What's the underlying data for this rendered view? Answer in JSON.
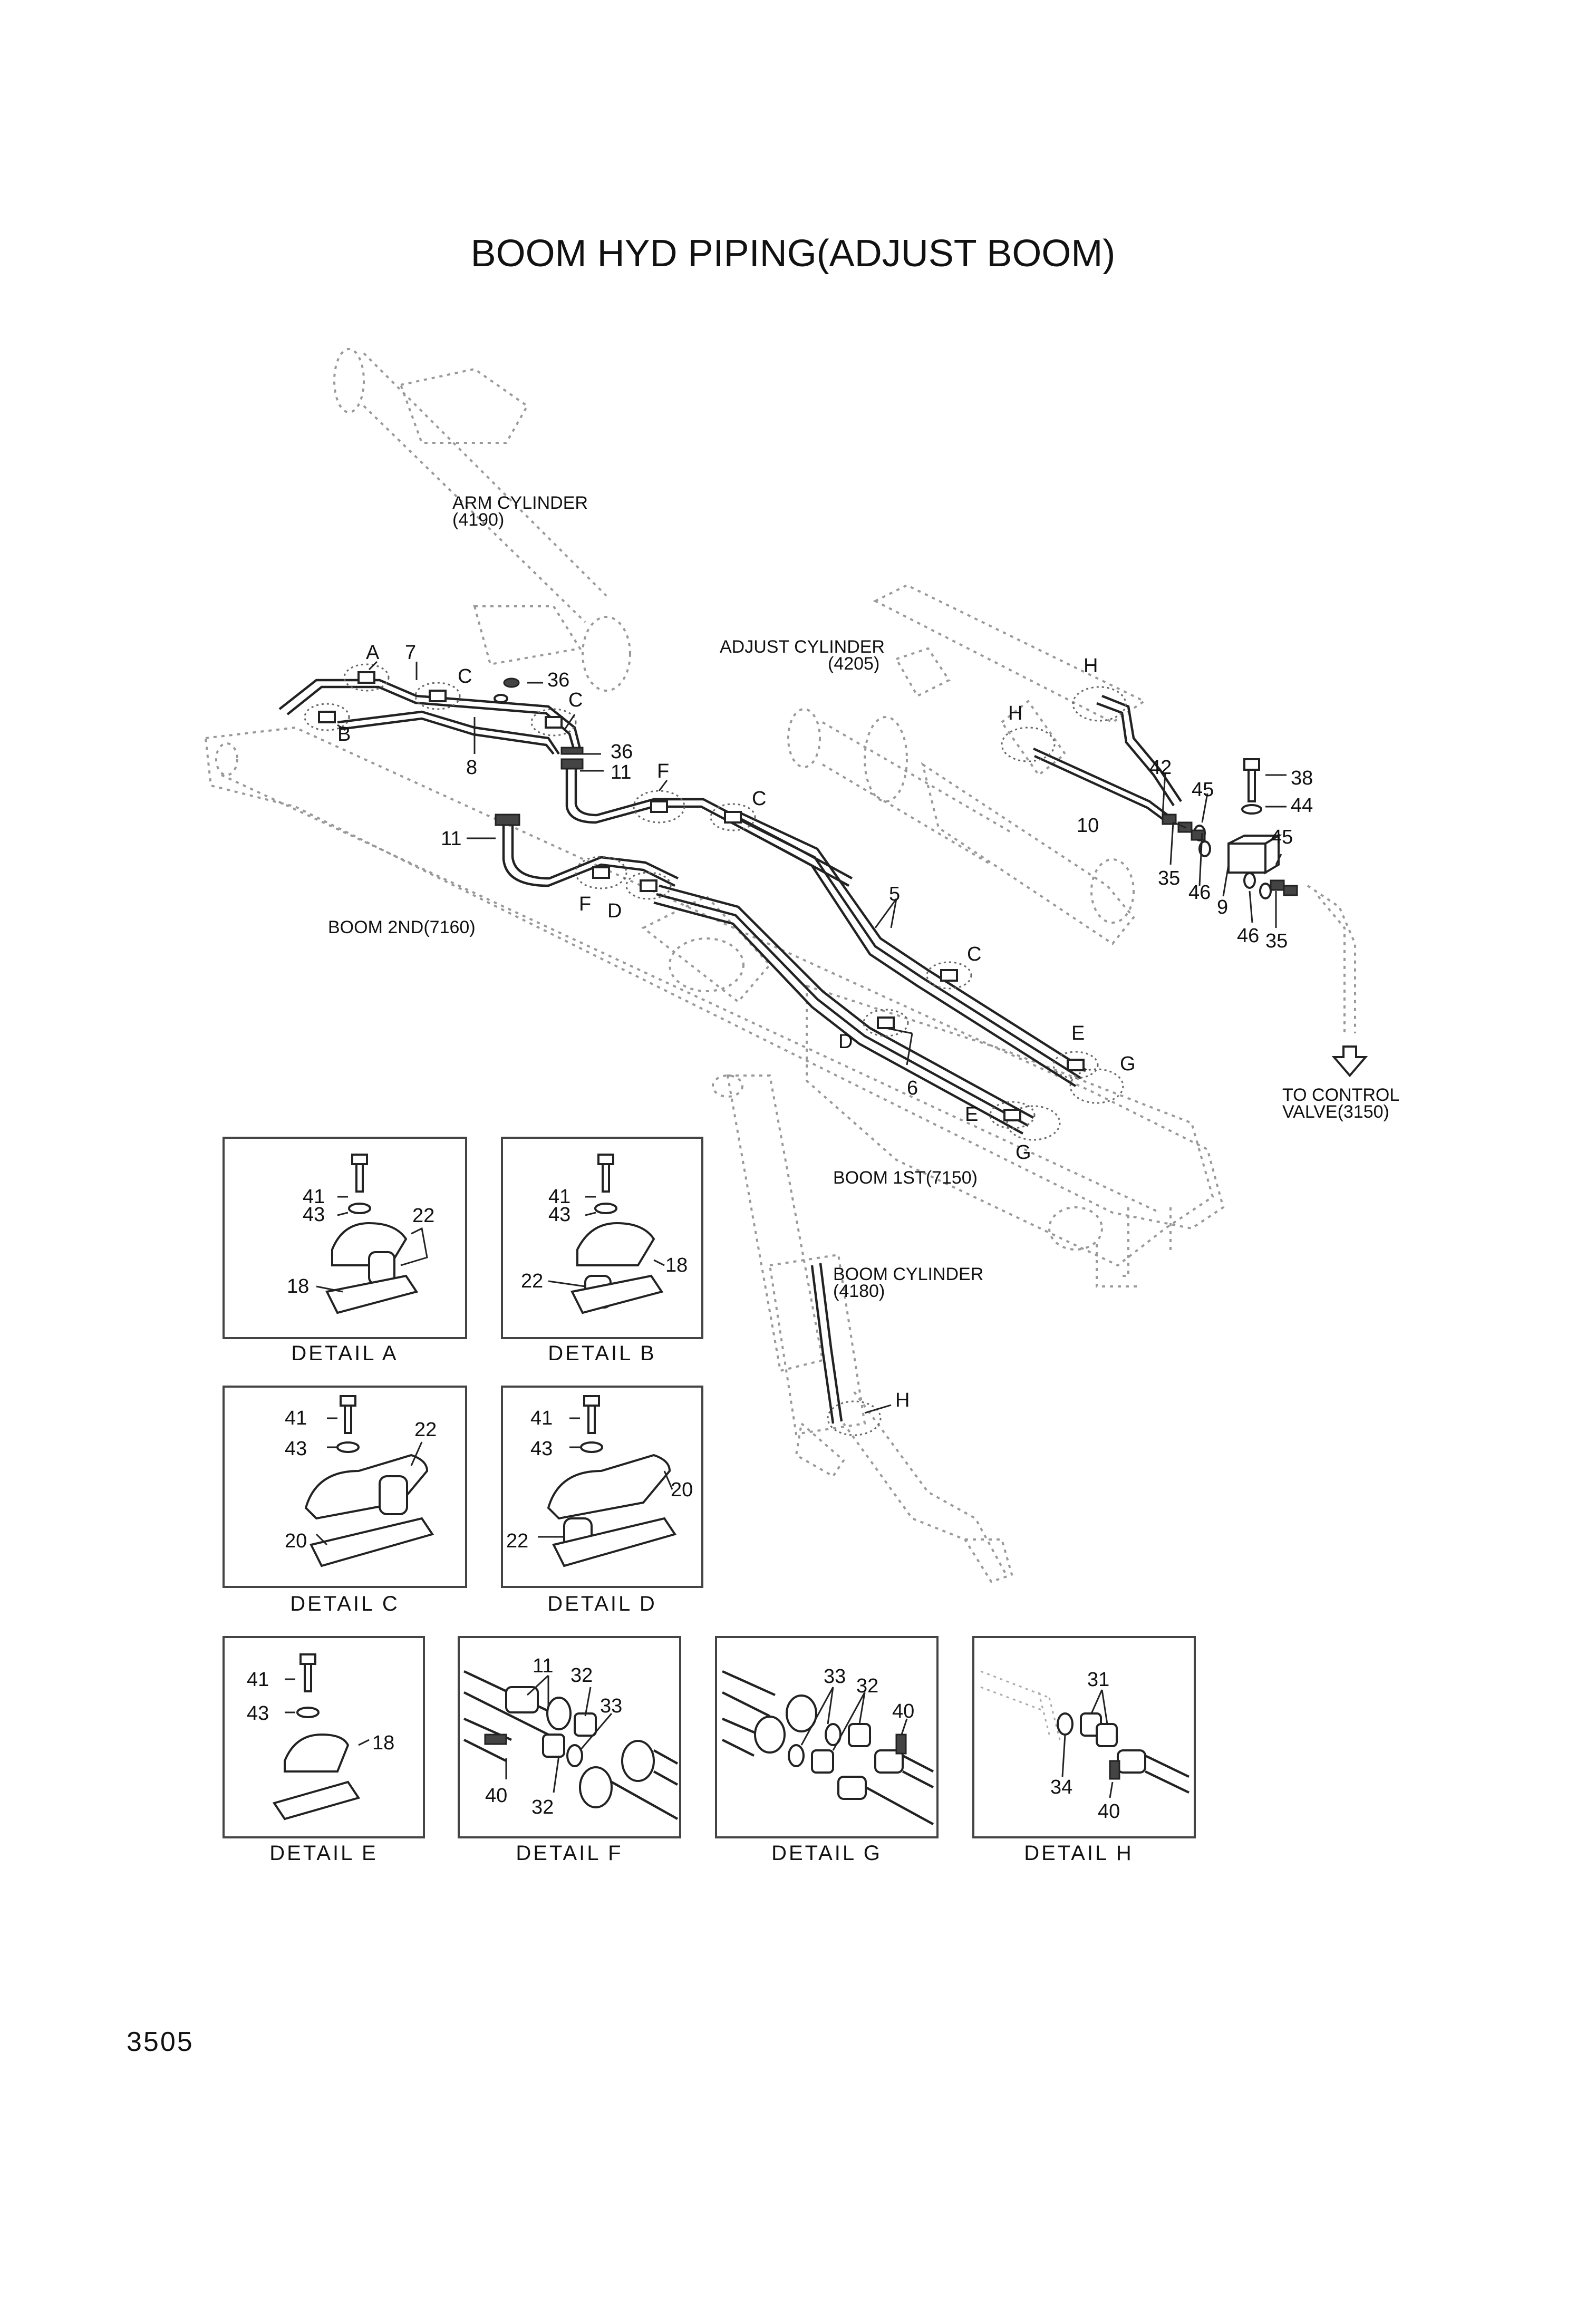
{
  "title": "BOOM HYD PIPING(ADJUST BOOM)",
  "page_number": "3505",
  "components": {
    "arm_cylinder": [
      "ARM CYLINDER",
      "(4190)"
    ],
    "adjust_cylinder": [
      "ADJUST CYLINDER",
      "(4205)"
    ],
    "boom_2nd": "BOOM 2ND(7160)",
    "boom_1st": "BOOM 1ST(7150)",
    "boom_cylinder": [
      "BOOM CYLINDER",
      "(4180)"
    ],
    "control_valve": [
      "TO CONTROL",
      "VALVE(3150)"
    ]
  },
  "callouts": {
    "a": "A",
    "b": "B",
    "c": "C",
    "d": "D",
    "e": "E",
    "f": "F",
    "g": "G",
    "h": "H",
    "n5": "5",
    "n6": "6",
    "n7": "7",
    "n8": "8",
    "n9": "9",
    "n10": "10",
    "n11": "11",
    "n35": "35",
    "n36": "36",
    "n38": "38",
    "n42": "42",
    "n44": "44",
    "n45": "45",
    "n46": "46"
  },
  "details": [
    {
      "caption": "DETAIL  A",
      "labels": [
        "41",
        "43",
        "22",
        "18"
      ]
    },
    {
      "caption": "DETAIL  B",
      "labels": [
        "41",
        "43",
        "18",
        "22"
      ]
    },
    {
      "caption": "DETAIL  C",
      "labels": [
        "41",
        "43",
        "22",
        "20"
      ]
    },
    {
      "caption": "DETAIL  D",
      "labels": [
        "41",
        "43",
        "20",
        "22"
      ]
    },
    {
      "caption": "DETAIL  E",
      "labels": [
        "41",
        "43",
        "18"
      ]
    },
    {
      "caption": "DETAIL  F",
      "labels": [
        "11",
        "32",
        "33",
        "40",
        "32"
      ]
    },
    {
      "caption": "DETAIL  G",
      "labels": [
        "33",
        "32",
        "40"
      ]
    },
    {
      "caption": "DETAIL  H",
      "labels": [
        "31",
        "34",
        "40"
      ]
    }
  ]
}
